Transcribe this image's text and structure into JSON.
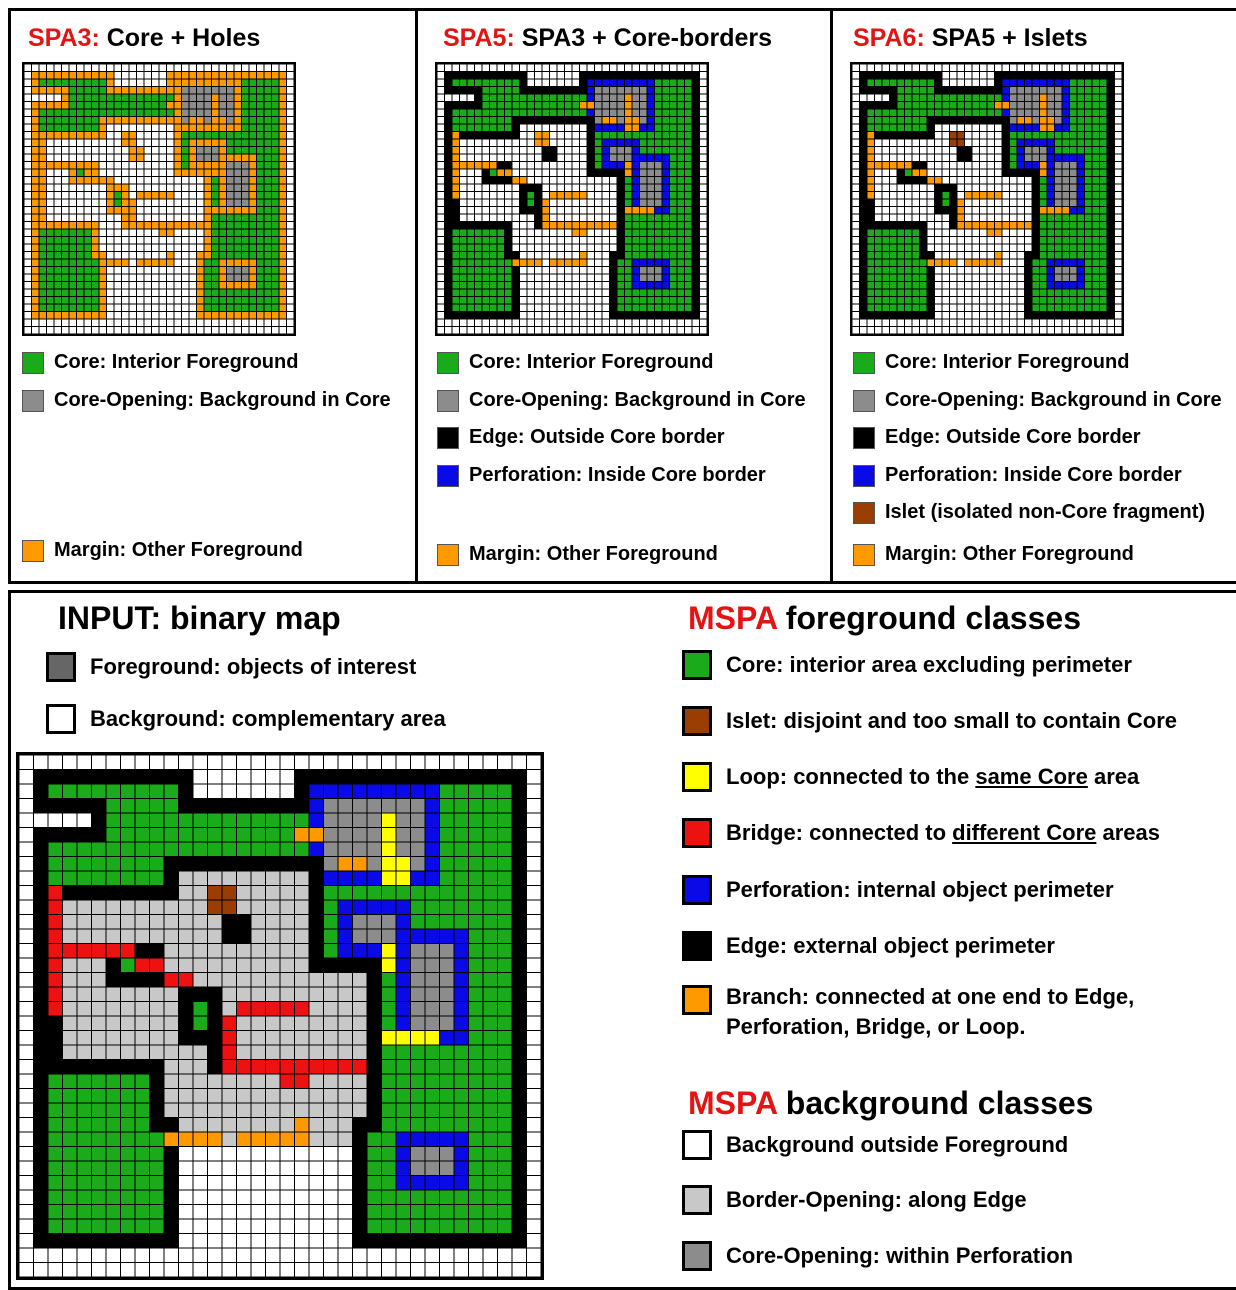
{
  "colors": {
    "core": "#1aaa1a",
    "core_opening": "#8c8c8c",
    "border_opening": "#c8c8c8",
    "edge": "#000000",
    "perforation": "#0a0ae6",
    "islet": "#993d00",
    "margin": "#ff9900",
    "branch": "#ff9900",
    "loop": "#ffff00",
    "bridge": "#ee1111",
    "background": "#ffffff",
    "foreground": "#666666",
    "spa_label": "#e31414"
  },
  "spa3": {
    "title_prefix": "SPA3:",
    "title_rest": " Core + Holes",
    "legend": [
      {
        "color": "core",
        "label": "Core: Interior Foreground"
      },
      {
        "color": "core_opening",
        "label": "Core-Opening: Background in Core"
      },
      {
        "color": "margin",
        "label": "Margin: Other Foreground"
      }
    ]
  },
  "spa5": {
    "title_prefix": "SPA5:",
    "title_rest": " SPA3 + Core-borders",
    "legend": [
      {
        "color": "core",
        "label": "Core: Interior Foreground"
      },
      {
        "color": "core_opening",
        "label": "Core-Opening: Background in Core"
      },
      {
        "color": "edge",
        "label": "Edge: Outside Core border"
      },
      {
        "color": "perforation",
        "label": "Perforation: Inside Core border"
      },
      {
        "color": "margin",
        "label": "Margin: Other Foreground"
      }
    ]
  },
  "spa6": {
    "title_prefix": "SPA6:",
    "title_rest": " SPA5 + Islets",
    "legend": [
      {
        "color": "core",
        "label": "Core: Interior Foreground"
      },
      {
        "color": "core_opening",
        "label": "Core-Opening: Background in Core"
      },
      {
        "color": "edge",
        "label": "Edge: Outside Core border"
      },
      {
        "color": "perforation",
        "label": "Perforation: Inside Core border"
      },
      {
        "color": "islet",
        "label": "Islet (isolated non-Core fragment)"
      },
      {
        "color": "margin",
        "label": "Margin: Other Foreground"
      }
    ]
  },
  "input": {
    "title": "INPUT: binary map",
    "legend": [
      {
        "color": "foreground",
        "label": "Foreground: objects of interest"
      },
      {
        "color": "background",
        "label": "Background: complementary area"
      }
    ]
  },
  "mspa_fg": {
    "title_prefix": "MSPA",
    "title_rest": " foreground classes",
    "items": [
      {
        "color": "core",
        "label": "Core: interior area excluding perimeter"
      },
      {
        "color": "islet",
        "label": "Islet: disjoint and too small to contain Core"
      },
      {
        "color": "loop",
        "label_pre": "Loop: connected to the ",
        "label_u": "same Core",
        "label_post": " area"
      },
      {
        "color": "bridge",
        "label_pre": "Bridge: connected to ",
        "label_u": "different Core",
        "label_post": " areas"
      },
      {
        "color": "perforation",
        "label": "Perforation: internal object perimeter"
      },
      {
        "color": "edge",
        "label": "Edge: external object perimeter"
      },
      {
        "color": "branch",
        "label_line1": "Branch: connected at one end to Edge,",
        "label_line2": "Perforation, Bridge, or Loop."
      }
    ]
  },
  "mspa_bg": {
    "title_prefix": "MSPA",
    "title_rest": " background classes",
    "items": [
      {
        "color": "background",
        "label": "Background outside Foreground"
      },
      {
        "color": "border_opening",
        "label": "Border-Opening: along Edge"
      },
      {
        "color": "core_opening",
        "label": "Core-Opening: within Perforation"
      }
    ]
  }
}
